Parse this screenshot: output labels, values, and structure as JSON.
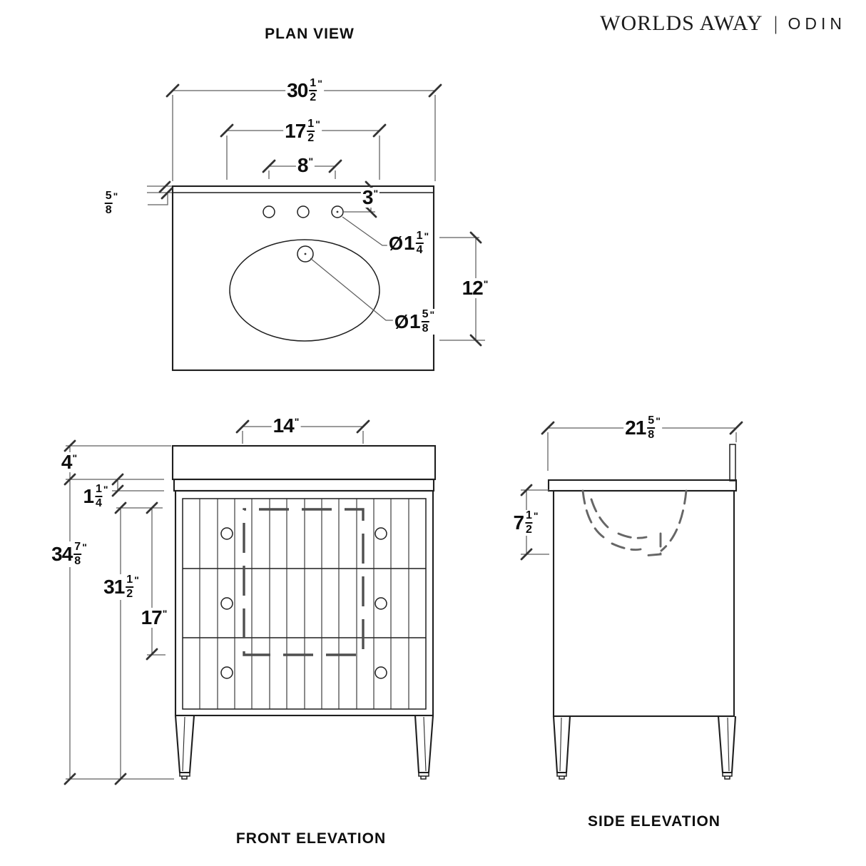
{
  "brand": {
    "name": "WORLDS AWAY",
    "divider": "|",
    "model": "ODIN"
  },
  "views": {
    "plan": {
      "title": "PLAN VIEW",
      "overall_width": {
        "whole": "30",
        "num": "1",
        "den": "2",
        "unit": "\""
      },
      "basin_width": {
        "whole": "17",
        "num": "1",
        "den": "2",
        "unit": "\""
      },
      "faucet_spread": {
        "whole": "8",
        "unit": "\""
      },
      "counter_thickness": {
        "num": "5",
        "den": "8",
        "unit": "\""
      },
      "hole_backset": {
        "whole": "3",
        "unit": "\""
      },
      "faucet_hole_diameter": {
        "prefix": "Ø",
        "whole": "1",
        "num": "1",
        "den": "4",
        "unit": "\""
      },
      "basin_depth": {
        "whole": "12",
        "unit": "\""
      },
      "drain_diameter": {
        "prefix": "Ø",
        "whole": "1",
        "num": "5",
        "den": "8",
        "unit": "\""
      }
    },
    "front": {
      "title": "FRONT ELEVATION",
      "cutout_width": {
        "whole": "14",
        "unit": "\""
      },
      "backsplash_height": {
        "whole": "4",
        "unit": "\""
      },
      "top_thickness": {
        "whole": "1",
        "num": "1",
        "den": "4",
        "unit": "\""
      },
      "overall_height": {
        "whole": "34",
        "num": "7",
        "den": "8",
        "unit": "\""
      },
      "base_height": {
        "whole": "31",
        "num": "1",
        "den": "2",
        "unit": "\""
      },
      "cutout_height": {
        "whole": "17",
        "unit": "\""
      }
    },
    "side": {
      "title": "SIDE ELEVATION",
      "overall_depth": {
        "whole": "21",
        "num": "5",
        "den": "8",
        "unit": "\""
      },
      "bowl_depth": {
        "whole": "7",
        "num": "1",
        "den": "2",
        "unit": "\""
      }
    }
  }
}
